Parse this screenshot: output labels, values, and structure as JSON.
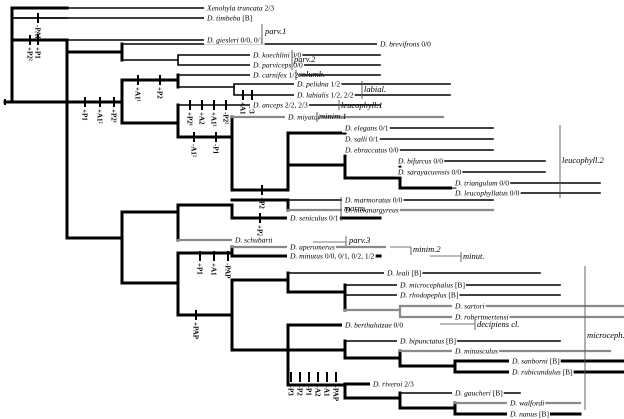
{
  "diagram": {
    "type": "phylogenetic-tree",
    "title": "",
    "taxa": [
      {
        "id": "xenohyla",
        "genus": "Xenohyla",
        "epithet": "truncata",
        "state": "2/3"
      },
      {
        "id": "timbeba",
        "genus": "D.",
        "epithet": "timbeba",
        "state": "[B]"
      },
      {
        "id": "giesleri",
        "genus": "D.",
        "epithet": "giesleri",
        "state": "0/0, 0/1"
      },
      {
        "id": "brevifrons",
        "genus": "D.",
        "epithet": "brevifrons",
        "state": "0/0"
      },
      {
        "id": "koechlini",
        "genus": "D.",
        "epithet": "koechlini",
        "state": "0/0"
      },
      {
        "id": "parviceps",
        "genus": "D.",
        "epithet": "parviceps",
        "state": "0/0"
      },
      {
        "id": "carnifex",
        "genus": "D.",
        "epithet": "carnifex",
        "state": "1/2"
      },
      {
        "id": "pelidna",
        "genus": "D.",
        "epithet": "pelidna",
        "state": "1/2"
      },
      {
        "id": "labialis",
        "genus": "D.",
        "epithet": "labialis",
        "state": "1/2, 2/2"
      },
      {
        "id": "anceps",
        "genus": "D.",
        "epithet": "anceps",
        "state": "2/2, 2/3"
      },
      {
        "id": "miyatai",
        "genus": "D.",
        "epithet": "miyatai",
        "state": ""
      },
      {
        "id": "elegans",
        "genus": "D.",
        "epithet": "elegans",
        "state": "0/1"
      },
      {
        "id": "salli",
        "genus": "D.",
        "epithet": "salli",
        "state": "0/1"
      },
      {
        "id": "ebraccatus",
        "genus": "D.",
        "epithet": "ebraccatus",
        "state": "0/0"
      },
      {
        "id": "bifurcus",
        "genus": "D.",
        "epithet": "bifurcus",
        "state": "0/0"
      },
      {
        "id": "sarayacuensis",
        "genus": "D.",
        "epithet": "sarayacuensis",
        "state": "0/0"
      },
      {
        "id": "triangulum",
        "genus": "D.",
        "epithet": "triangulum",
        "state": "0/0"
      },
      {
        "id": "leucophyllatus",
        "genus": "D.",
        "epithet": "leucophyllatus",
        "state": "0/0"
      },
      {
        "id": "marmoratus",
        "genus": "D.",
        "epithet": "marmoratus",
        "state": "0/0"
      },
      {
        "id": "melanargyreus",
        "genus": "D.",
        "epithet": "melanargyreus",
        "state": ""
      },
      {
        "id": "seniculus",
        "genus": "D.",
        "epithet": "seniculus",
        "state": "0/1"
      },
      {
        "id": "schubarti",
        "genus": "D.",
        "epithet": "schubarti",
        "state": ""
      },
      {
        "id": "sspmerus",
        "genus": "D.",
        "epithet": "aperomerus",
        "state": ""
      },
      {
        "id": "minutus",
        "genus": "D.",
        "epithet": "minutus",
        "state": "0/0, 0/1, 0/2, 1/2"
      },
      {
        "id": "leali",
        "genus": "D.",
        "epithet": "leali",
        "state": "[B]"
      },
      {
        "id": "microcephalus",
        "genus": "D.",
        "epithet": "microcephalus",
        "state": "[B]"
      },
      {
        "id": "rhodopeplus",
        "genus": "D.",
        "epithet": "rhodopeplus",
        "state": "[B]"
      },
      {
        "id": "sartori",
        "genus": "D.",
        "epithet": "sartori",
        "state": ""
      },
      {
        "id": "robertmertensi",
        "genus": "D.",
        "epithet": "robertmertensi",
        "state": ""
      },
      {
        "id": "berthalutzae",
        "genus": "D.",
        "epithet": "berthalutzae",
        "state": "0/0"
      },
      {
        "id": "bipunctatus",
        "genus": "D.",
        "epithet": "bipunctatus",
        "state": "[B]"
      },
      {
        "id": "minusculus",
        "genus": "D.",
        "epithet": "minusculus",
        "state": ""
      },
      {
        "id": "sanborni",
        "genus": "D.",
        "epithet": "sanborni",
        "state": "[B]"
      },
      {
        "id": "rubicundulus",
        "genus": "D.",
        "epithet": "rubicundulus",
        "state": "[B]"
      },
      {
        "id": "riveroi",
        "genus": "D.",
        "epithet": "riveroi",
        "state": "2/3"
      },
      {
        "id": "gaucheri",
        "genus": "D.",
        "epithet": "gaucheri",
        "state": "[B]"
      },
      {
        "id": "werneri",
        "genus": "D.",
        "epithet": "walfordi",
        "state": ""
      },
      {
        "id": "nanus",
        "genus": "D.",
        "epithet": "nanus",
        "state": "[B]"
      }
    ],
    "character_changes": [
      {
        "branch": "timbeba-giesleri",
        "label": "-PAP"
      },
      {
        "branch": "giesleri",
        "label": "+P1"
      },
      {
        "branch": "core-clade",
        "label": "+P2²"
      },
      {
        "branch": "core-clade",
        "label": "+P1"
      },
      {
        "branch": "core-clade",
        "label": "+A1²"
      },
      {
        "branch": "carnifex-labialis",
        "label": "+P2¹"
      },
      {
        "branch": "carnifex-labialis",
        "label": "+A1¹"
      },
      {
        "branch": "labialis",
        "label": "+P2"
      },
      {
        "branch": "labialis",
        "label": "+A1"
      },
      {
        "branch": "anceps",
        "label": "+P3"
      },
      {
        "branch": "anceps",
        "label": "+P2¹"
      },
      {
        "branch": "anceps",
        "label": "+A2"
      },
      {
        "branch": "anceps",
        "label": "+A1¹"
      },
      {
        "branch": "miyatai-leucophyll",
        "label": "-P2²"
      },
      {
        "branch": "miyatai-leucophyll",
        "label": "-A1²"
      },
      {
        "branch": "elegans-leucophyllatus",
        "label": "-P1"
      },
      {
        "branch": "seniculus",
        "label": "+P2"
      },
      {
        "branch": "minutus",
        "label": "+P2"
      },
      {
        "branch": "minutus",
        "label": "+P1"
      },
      {
        "branch": "minutus",
        "label": "+A1"
      },
      {
        "branch": "microceph-clade",
        "label": "-PAP"
      },
      {
        "branch": "berthalutzae",
        "label": "+PAP"
      },
      {
        "branch": "riveroi",
        "label": "+P3"
      },
      {
        "branch": "riveroi",
        "label": "+P2"
      },
      {
        "branch": "riveroi",
        "label": "+P1"
      },
      {
        "branch": "riveroi",
        "label": "+A2"
      },
      {
        "branch": "riveroi",
        "label": "+A1"
      },
      {
        "branch": "riveroi",
        "label": "+PAP"
      }
    ],
    "groups": [
      {
        "id": "parv1",
        "label": "parv.1"
      },
      {
        "id": "parv2",
        "label": "parv.2"
      },
      {
        "id": "columb",
        "label": "columb."
      },
      {
        "id": "labial",
        "label": "labial."
      },
      {
        "id": "leucophyll1",
        "label": "leucophyll.1"
      },
      {
        "id": "minim1",
        "label": "minim.1"
      },
      {
        "id": "leucophyll2",
        "label": "leucophyll.2"
      },
      {
        "id": "marm",
        "label": "marm."
      },
      {
        "id": "parv3",
        "label": "parv.3"
      },
      {
        "id": "minim2",
        "label": "minim.2"
      },
      {
        "id": "minut",
        "label": "minut."
      },
      {
        "id": "decipiens",
        "label": "decipiens cl."
      },
      {
        "id": "microceph",
        "label": "microceph."
      }
    ]
  }
}
